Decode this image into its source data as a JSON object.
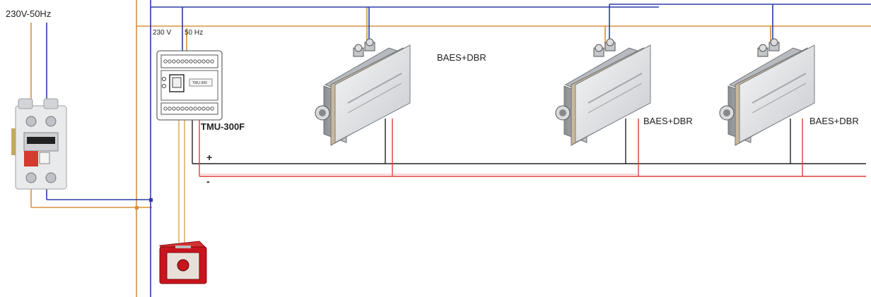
{
  "labels": {
    "supply": "230V-50Hz",
    "voltage": "230 V",
    "frequency": "50 Hz",
    "controller": "TMU-300F",
    "plus": "+",
    "minus": "-",
    "baes_1": "BAES+DBR",
    "baes_2": "BAES+DBR",
    "baes_3": "BAES+DBR",
    "module_text": "TMU-300"
  },
  "colors": {
    "phase_wire": "#d9903f",
    "neutral_wire": "#2b3ba8",
    "positive_wire": "#222222",
    "negative_wire": "#e23b3b",
    "alarm_red": "#c8141e"
  },
  "icons": [
    "circuit-breaker-icon",
    "tmu-controller-icon",
    "emergency-light-icon",
    "manual-call-point-icon"
  ]
}
